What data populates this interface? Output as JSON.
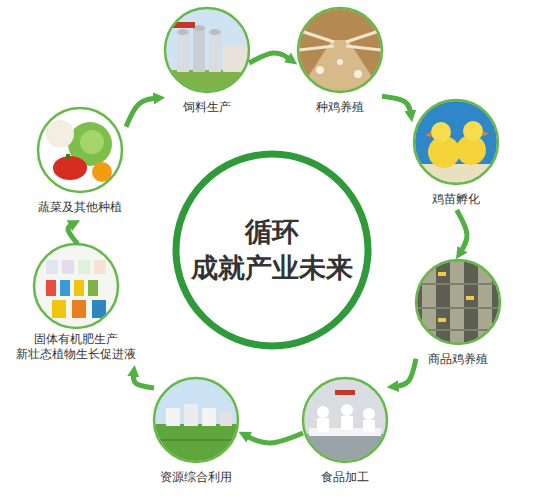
{
  "diagram": {
    "nodes": [
      {
        "text": [
          "循环 成就产业未来"
        ]
      },
      {
        "text": [
          "饲料生产"
        ]
      },
      {
        "text": [
          "种鸡养殖"
        ]
      },
      {
        "text": [
          "鸡苗孵化"
        ]
      },
      {
        "text": [
          "商品鸡养殖"
        ]
      },
      {
        "text": [
          "食品加工"
        ]
      },
      {
        "text": [
          "资源综合利用"
        ]
      },
      {
        "text": [
          "固体有机肥生产 新壮态植物生长促进液"
        ]
      },
      {
        "text": [
          "蔬菜及其他种植"
        ]
      }
    ],
    "edges": [
      {
        "from": 1,
        "to": 2,
        "arrow": "to"
      },
      {
        "from": 2,
        "to": 3,
        "arrow": "to"
      },
      {
        "from": 3,
        "to": 4,
        "arrow": "to"
      },
      {
        "from": 4,
        "to": 5,
        "arrow": "to"
      },
      {
        "from": 5,
        "to": 6,
        "arrow": "to"
      },
      {
        "from": 6,
        "to": 7,
        "arrow": "to"
      },
      {
        "from": 7,
        "to": 8,
        "arrow": "to"
      },
      {
        "from": 8,
        "to": 1,
        "arrow": "to"
      }
    ]
  }
}
